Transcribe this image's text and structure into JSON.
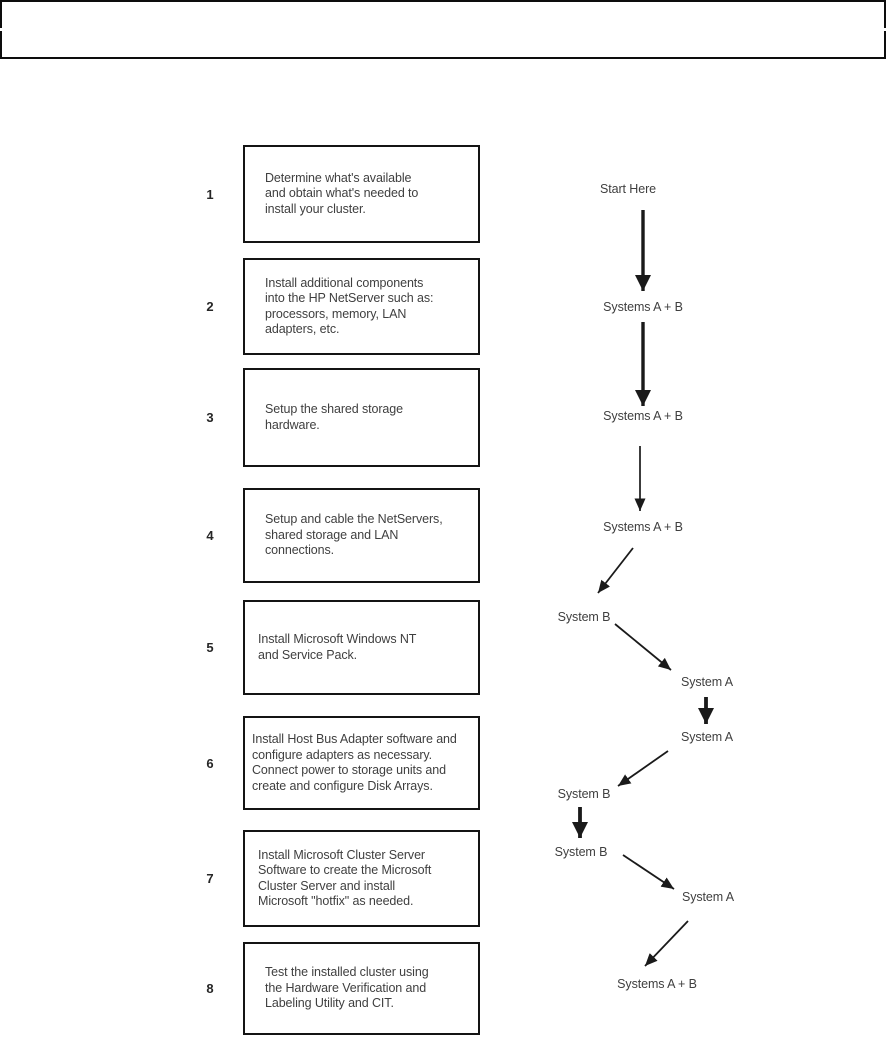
{
  "colors": {
    "background": "#ffffff",
    "border": "#141414",
    "line": "#1a1a1a",
    "text": "#3f3f3f"
  },
  "header": {
    "content": ""
  },
  "steps": [
    {
      "number": "1",
      "text": "Determine what's available\nand obtain what's needed to\ninstall your cluster."
    },
    {
      "number": "2",
      "text": "Install additional components\ninto the HP NetServer such as:\nprocessors, memory, LAN\nadapters, etc."
    },
    {
      "number": "3",
      "text": "Setup the shared storage\nhardware."
    },
    {
      "number": "4",
      "text": "Setup and cable the NetServers,\nshared storage and LAN\nconnections."
    },
    {
      "number": "5",
      "text": "Install Microsoft Windows NT\nand Service Pack."
    },
    {
      "number": "6",
      "text": "Install Host Bus Adapter software and\nconfigure adapters as necessary.\nConnect power to storage units and\ncreate and configure Disk Arrays."
    },
    {
      "number": "7",
      "text": "Install Microsoft Cluster Server\nSoftware to create the Microsoft\nCluster Server and install\nMicrosoft \"hotfix\" as needed."
    },
    {
      "number": "8",
      "text": "Test the installed cluster using\nthe Hardware Verification and\nLabeling Utility and CIT."
    }
  ],
  "flow": {
    "start_label": "Start Here",
    "nodes": [
      {
        "label": "Systems A + B"
      },
      {
        "label": "Systems A + B"
      },
      {
        "label": "Systems A + B"
      },
      {
        "label": "System B"
      },
      {
        "label": "System A"
      },
      {
        "label": "System A"
      },
      {
        "label": "System B"
      },
      {
        "label": "System B"
      },
      {
        "label": "System A"
      },
      {
        "label": "Systems A + B"
      }
    ]
  }
}
